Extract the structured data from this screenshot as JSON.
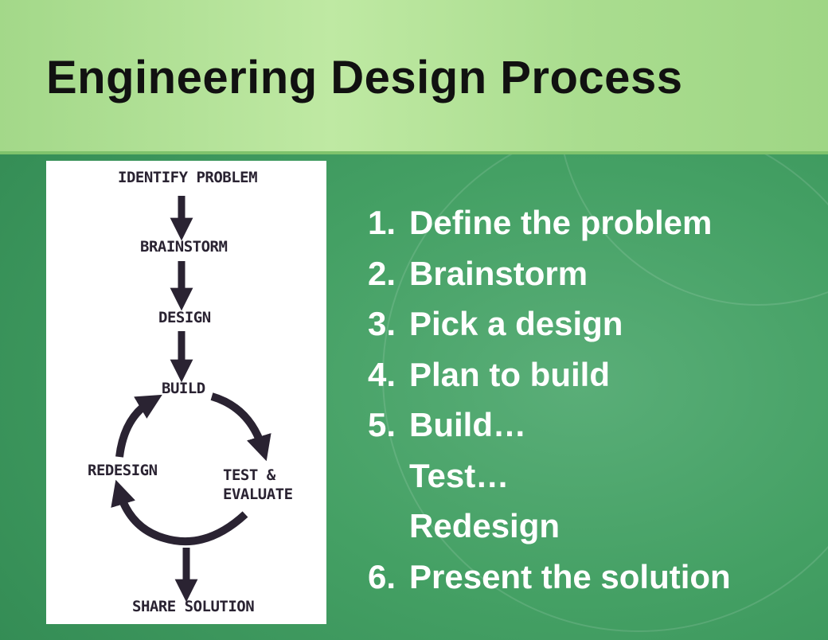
{
  "title": "Engineering Design Process",
  "diagram": {
    "identify": "IDENTIFY PROBLEM",
    "brainstorm": "BRAINSTORM",
    "design": "DESIGN",
    "build": "BUILD",
    "redesign": "REDESIGN",
    "test_line1": "TEST &",
    "test_line2": "EVALUATE",
    "share": "SHARE SOLUTION"
  },
  "steps": [
    {
      "num": "1.",
      "text": "Define the problem"
    },
    {
      "num": "2.",
      "text": "Brainstorm"
    },
    {
      "num": "3.",
      "text": "Pick a design"
    },
    {
      "num": "4.",
      "text": "Plan to build"
    },
    {
      "num": "5.",
      "text": "Build…"
    },
    {
      "num": "",
      "text": "Test…"
    },
    {
      "num": "",
      "text": "Redesign"
    },
    {
      "num": "6.",
      "text": "Present the solution"
    }
  ],
  "colors": {
    "header": "#b2e399",
    "background": "#3f9660",
    "arrow": "#2a2332"
  }
}
